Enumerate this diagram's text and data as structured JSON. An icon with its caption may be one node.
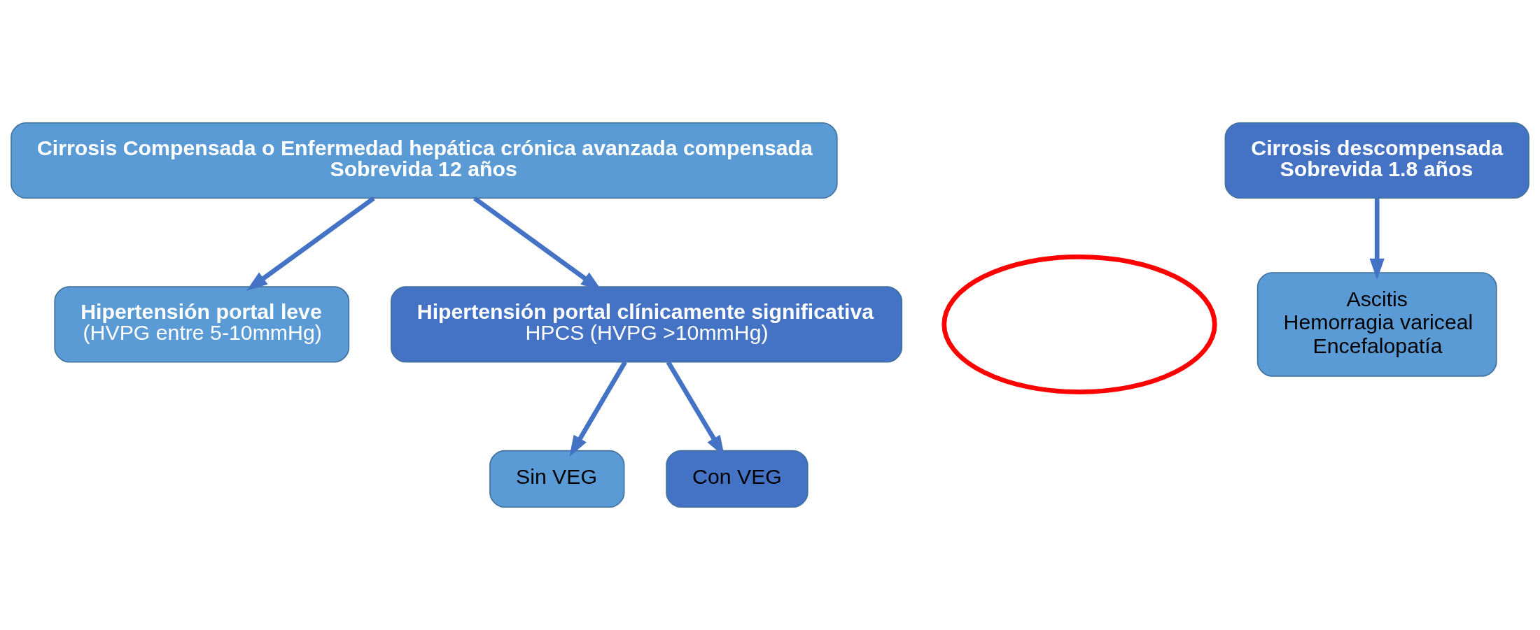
{
  "diagram": {
    "nodes": [
      {
        "text": [
          "Cirrosis Compensada o Enfermedad hepática crónica avanzada compensada",
          "Sobrevida 12 años"
        ]
      },
      {
        "text": [
          "Cirrosis descompensada",
          "Sobrevida 1.8 años"
        ]
      },
      {
        "text": [
          "Hipertensión portal leve",
          "(HVPG entre 5-10mmHg)"
        ]
      },
      {
        "text": [
          "Hipertensión portal clínicamente significativa",
          "HPCS (HVPG >10mmHg)"
        ]
      },
      {
        "text": [],
        "shape": "ellipse"
      },
      {
        "text": [
          "Sin VEG"
        ]
      },
      {
        "text": [
          "Con VEG"
        ]
      },
      {
        "text": [
          "Ascitis",
          "Hemorragia variceal",
          "Encefalopatía"
        ]
      }
    ],
    "edges": [
      {
        "from": 0,
        "to": 2,
        "arrow": "to"
      },
      {
        "from": 0,
        "to": 3,
        "arrow": "to"
      },
      {
        "from": 3,
        "to": 5,
        "arrow": "to"
      },
      {
        "from": 3,
        "to": 6,
        "arrow": "to"
      },
      {
        "from": 1,
        "to": 7,
        "arrow": "to"
      }
    ]
  }
}
